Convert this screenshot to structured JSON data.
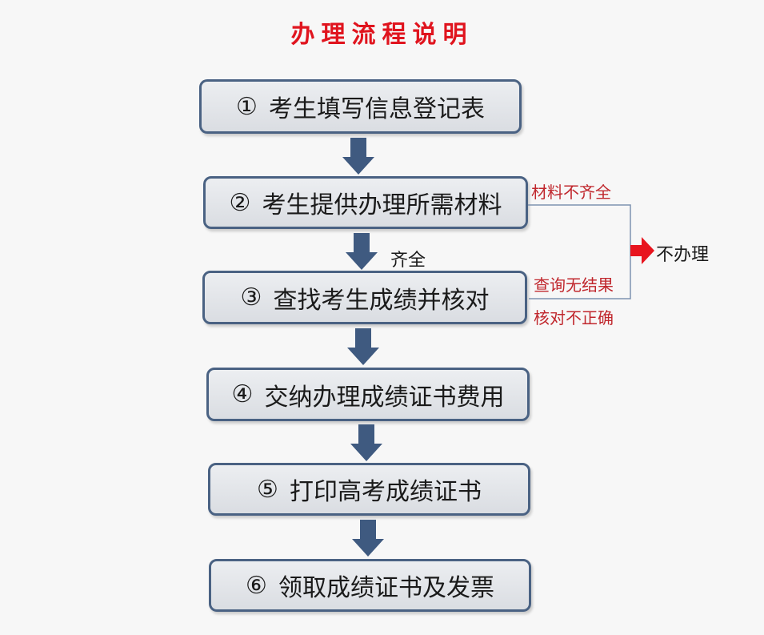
{
  "title": "办理流程说明",
  "steps": [
    {
      "num": "①",
      "text": "考生填写信息登记表"
    },
    {
      "num": "②",
      "text": "考生提供办理所需材料"
    },
    {
      "num": "③",
      "text": "查找考生成绩并核对"
    },
    {
      "num": "④",
      "text": "交纳办理成绩证书费用"
    },
    {
      "num": "⑤",
      "text": "打印高考成绩证书"
    },
    {
      "num": "⑥",
      "text": "领取成绩证书及发票"
    }
  ],
  "labels": {
    "complete": "齐全",
    "incomplete": "材料不齐全",
    "no_result": "查询无结果",
    "incorrect": "核对不正确",
    "reject": "不办理"
  },
  "colors": {
    "title": "#e0141e",
    "box_border": "#4a6283",
    "arrow": "#3f5a80",
    "red_arrow": "#e8141e",
    "red_text": "#c0272d"
  }
}
